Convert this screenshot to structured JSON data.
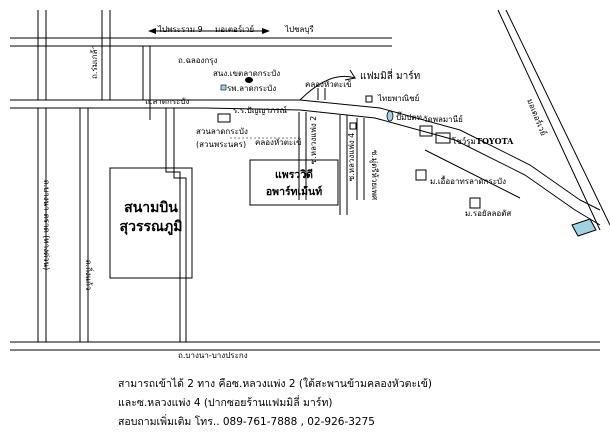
{
  "roads": {
    "top_road": "ไปพระราม 9",
    "motorway": "มอเตอร์เวย์",
    "to_bangkok": "ไปชลบุรี",
    "chalongkrung": "ถ.ฉลองกรุง",
    "lat_krabang_road": "ถ.ลาดกระบัง",
    "rom_klao": "ถ.ร่มเกล้า",
    "king_kaew": "ถ.กิ่งแก้ว",
    "bang_na_trat": "ถ.บางนา-ตราด (ทางด่วน)",
    "bang_na_bang_pakong": "ถ.บางนา-บางประกง",
    "motorway_right": "มอเตอร์เวย์",
    "soi_luang_phaeng_2": "ซ.หลวงแพ่ง 2",
    "soi_luang_phaeng_4": "ซ.หลวงแพ่ง 4",
    "soi_luang_phaeng_6": "ซ.มู่ตรีห้วยเพศ"
  },
  "places": {
    "district_office": "สนง.เขตลาดกระบัง",
    "hospital": "รพ.ลาดกระบัง",
    "klong_hua_takhe": "คลองหัวตะเข้",
    "family_mart": "แฟมมิลี่ มาร์ท",
    "thai_panich": "ไทยพาณิชย์",
    "ptt_station": "ปั๊มปตท.",
    "school": "ร.ร.ปัญญาภรณ์",
    "lat_krabang_garden": "สวนลาดกระบัง",
    "garden_sub": "(สวนพระนคร)",
    "klong_small": "คลองหัวตะเข้",
    "wat": "วัดพลมานีย์",
    "toyota_prefix": "โชว์รูม",
    "toyota": "TOYOTA",
    "village_1": "ม.เอื้ออาทรลาดกระบัง",
    "village_2": "ม.รอยัลลอตัส",
    "airport_line1": "สนามบิน",
    "airport_line2": "สุวรรณภูมิ",
    "apartment_line1": "แพรววิดี",
    "apartment_line2": "อพาร์ทเม้นท์"
  },
  "directions": {
    "line1": "สามารถเข้าได้ 2 ทาง คือซ.หลวงแพ่ง 2 (ใต้สะพานข้ามคลองหัวตะเข้)",
    "line2": "และซ.หลวงแพ่ง 4 (ปากซอยร้านแฟมมิลี่ มาร์ท)",
    "line3": "สอบถามเพิ่มเติม โทร.. 089-761-7888 , 02-926-3275"
  },
  "colors": {
    "accent": "#9fd3df",
    "line": "#000000"
  }
}
